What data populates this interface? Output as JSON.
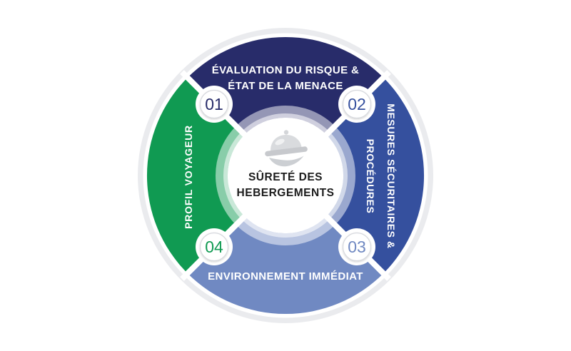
{
  "diagram": {
    "type": "cycle-wheel",
    "center": {
      "icon": "serving-cloche-hand-icon",
      "title_lines": [
        "SÛRETÉ DES",
        "HEBERGEMENTS"
      ],
      "title_color": "#1b1b1b"
    },
    "steps": [
      {
        "number": "01",
        "position": "top",
        "color": "#282c6a",
        "label_lines": [
          "ÉVALUATION DU RISQUE &",
          "ÉTAT DE LA MENACE"
        ]
      },
      {
        "number": "02",
        "position": "right",
        "color": "#35509e",
        "label_lines": [
          "MESURES SÉCURITAIRES &",
          "PROCÉDURES"
        ]
      },
      {
        "number": "03",
        "position": "bottom",
        "color": "#7089c2",
        "label_lines": [
          "ENVIRONNEMENT IMMÉDIAT"
        ]
      },
      {
        "number": "04",
        "position": "left",
        "color": "#109a52",
        "label_lines": [
          "PROFIL VOYAGEUR"
        ]
      }
    ],
    "style": {
      "label_text_color": "#ffffff",
      "outer_ring_color": "#eaebee",
      "separator_color": "#ffffff",
      "badge_fill": "#ffffff"
    }
  }
}
